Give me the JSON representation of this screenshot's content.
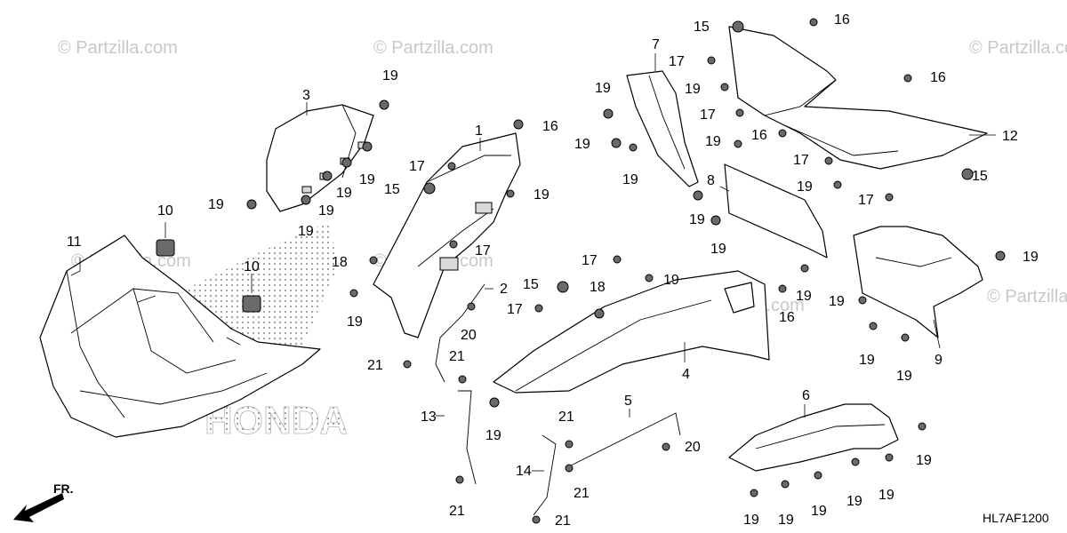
{
  "watermark_text": "© Partzilla.com",
  "diagram_code": "HL7AF1200",
  "direction_label": "FR.",
  "brand_text": "HONDA",
  "callouts": [
    "1",
    "2",
    "3",
    "4",
    "5",
    "6",
    "7",
    "8",
    "9",
    "10",
    "11",
    "12",
    "13",
    "14",
    "15",
    "16",
    "17",
    "18",
    "19",
    "20",
    "21"
  ]
}
